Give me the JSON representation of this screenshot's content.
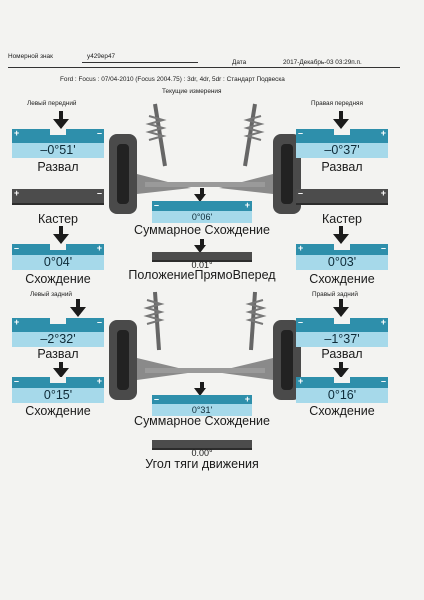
{
  "header": {
    "plate_label": "Номерной знак",
    "plate_value": "у429ер47",
    "date_label": "Дата",
    "date_value": "2017-Декабрь-03 03:29п.п.",
    "vehicle": "Ford : Focus : 07/04-2010 (Focus 2004.75) : 3dr, 4dr, 5dr : Стандарт Подвеска",
    "section_title": "Текущие измерения"
  },
  "front": {
    "left_title": "Левый передний",
    "right_title": "Правая передняя",
    "left_camber": "–0°51'",
    "right_camber": "–0°37'",
    "camber_label": "Развал",
    "caster_label": "Кастер",
    "left_toe": "0°04'",
    "right_toe": "0°03'",
    "toe_label": "Схождение",
    "total_toe": "0°06'",
    "total_toe_label": "Суммарное Схождение",
    "straight_ahead": "0.01°",
    "straight_ahead_label": "ПоложениеПрямоВперед"
  },
  "rear": {
    "left_title": "Левый задний",
    "right_title": "Правый задний",
    "left_camber": "–2°32'",
    "right_camber": "–1°37'",
    "camber_label": "Развал",
    "left_toe": "0°15'",
    "right_toe": "0°16'",
    "toe_label": "Схождение",
    "total_toe": "0°31'",
    "total_toe_label": "Суммарное Схождение",
    "thrust": "0.00°",
    "thrust_label": "Угол тяги движения"
  },
  "gauge_signs": {
    "plus": "+",
    "minus": "–"
  },
  "colors": {
    "gauge_blue": "#2e8fab",
    "value_box": "#a6d9ea",
    "gauge_gray": "#4c4c4c"
  }
}
